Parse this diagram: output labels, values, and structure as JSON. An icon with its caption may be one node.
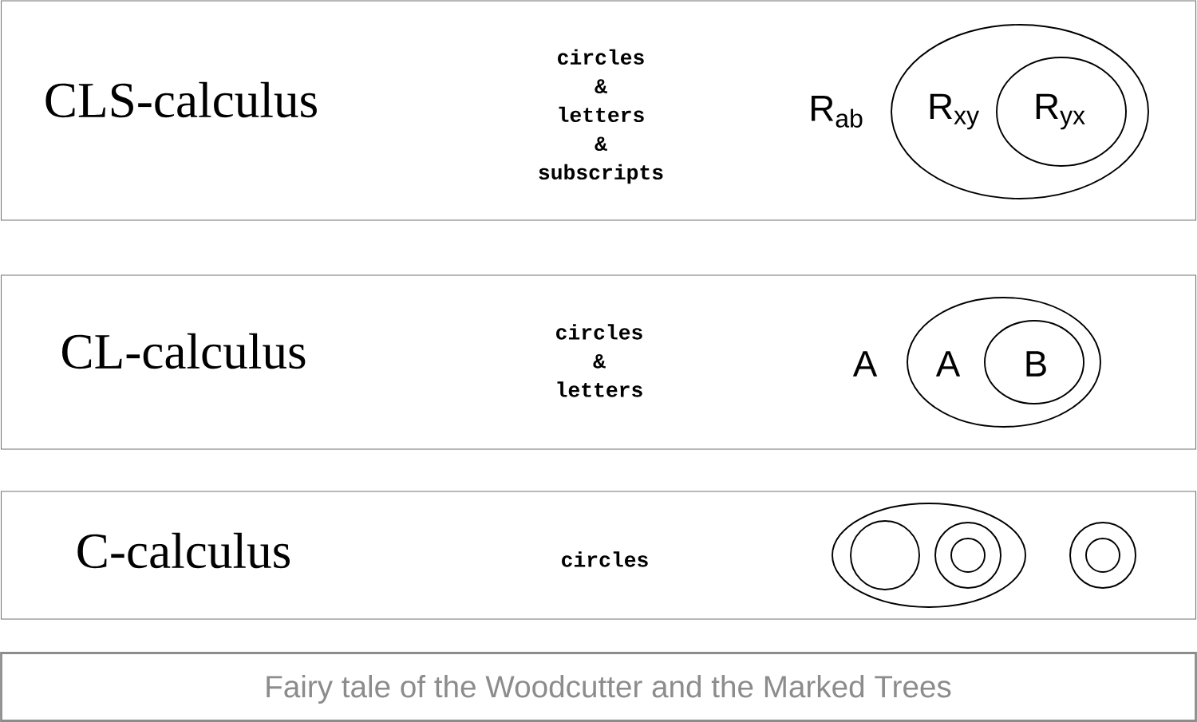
{
  "diagram": {
    "nodes": [
      {
        "text": [
          "CLS-calculus",
          "circles & letters & subscripts",
          "R$_{ab}$"
        ]
      },
      {
        "text": [
          "R$_{xy}$"
        ],
        "in": 0
      },
      {
        "text": [
          "R$_{yx}$"
        ],
        "in": 1
      },
      {
        "text": [
          "CL-calculus",
          "circles & letters",
          "A"
        ]
      },
      {
        "text": [
          "A"
        ],
        "in": 3
      },
      {
        "text": [
          "B"
        ],
        "in": 4
      },
      {
        "text": [
          "C-calculus",
          "circles"
        ]
      },
      {
        "text": [],
        "shape": "ellipse",
        "in": 6
      },
      {
        "text": [],
        "shape": "circle",
        "in": 7
      },
      {
        "text": [],
        "shape": "circle",
        "in": 7
      },
      {
        "text": [],
        "shape": "circle",
        "in": 9
      },
      {
        "text": [],
        "shape": "circle",
        "in": 6
      },
      {
        "text": [],
        "shape": "circle",
        "in": 11
      },
      {
        "text": [
          "Fairy tale of the Woodcutter and the Marked Trees"
        ]
      }
    ],
    "edges": []
  }
}
